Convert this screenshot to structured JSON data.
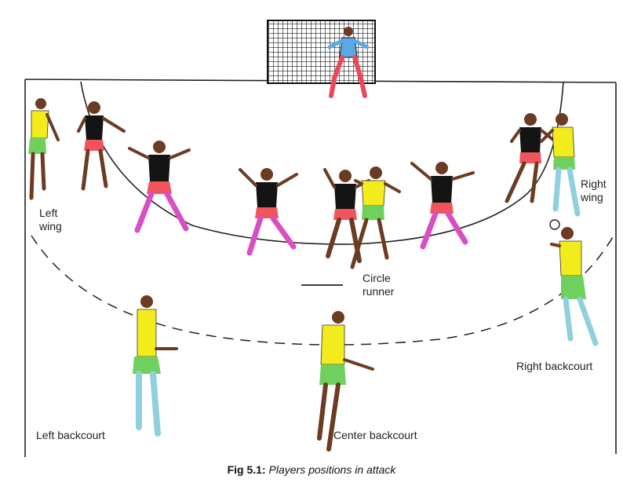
{
  "labels": {
    "left_wing": "Left\nwing",
    "right_wing": "Right\nwing",
    "circle_runner": "Circle\nrunner",
    "right_backcourt": "Right backcourt",
    "left_backcourt": "Left backcourt",
    "center_backcourt": "Center backcourt"
  },
  "caption": {
    "number": "Fig 5.1:",
    "text": "Players positions in attack"
  },
  "colors": {
    "defender_shirt": "#141414",
    "defender_shorts": "#f2545b",
    "defender_pants": "#d84fc3",
    "attacker_shirt": "#f3ec1c",
    "attacker_shorts": "#6fd05e",
    "attacker_pants": "#8fd0dc",
    "goalkeeper_shirt": "#5aa9e6",
    "goalkeeper_pants": "#e8485a",
    "skin": "#6b3b22",
    "ball": "#ffffff"
  }
}
